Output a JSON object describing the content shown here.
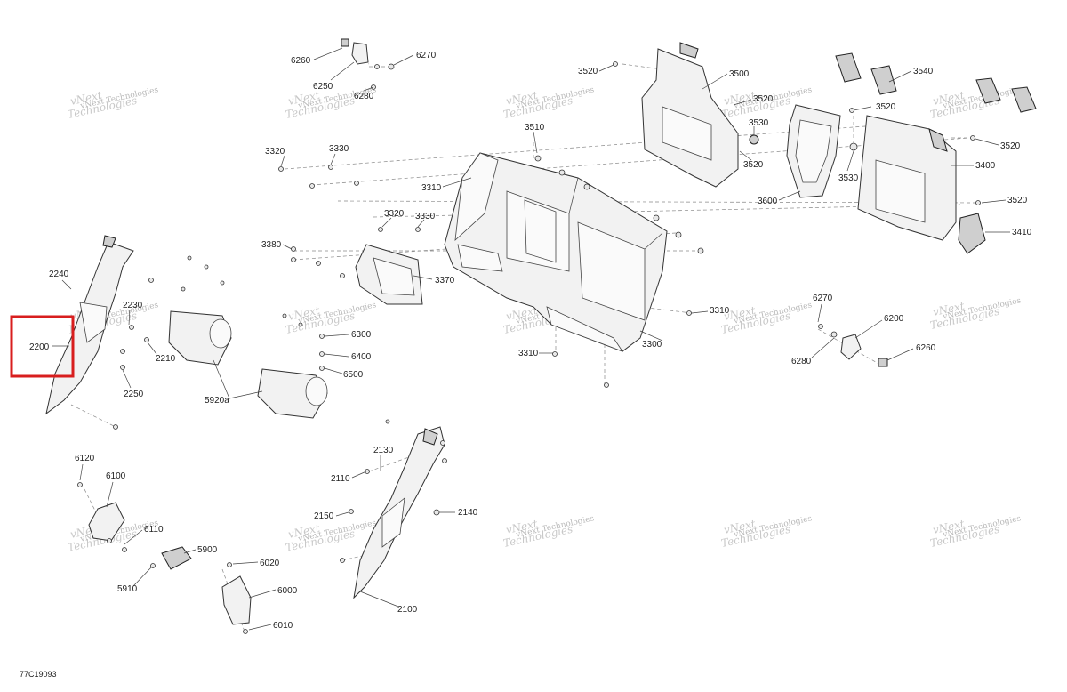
{
  "diagram_code": "77C19093",
  "watermark": {
    "line1": "vNext",
    "line2": "Technologies",
    "small": "vNext Technologies"
  },
  "highlight": {
    "part": "2200",
    "color": "#d81e1e"
  },
  "labels": {
    "l6260a": "6260",
    "l6270a": "6270",
    "l6250": "6250",
    "l6280a": "6280",
    "l3520a": "3520",
    "l3500": "3500",
    "l3540": "3540",
    "l3520b": "3520",
    "l3530a": "3530",
    "l3520c": "3520",
    "l3520d": "3520",
    "l3400": "3400",
    "l3530b": "3530",
    "l3520e": "3520",
    "l3600": "3600",
    "l3410": "3410",
    "l3320a": "3320",
    "l3330a": "3330",
    "l3510": "3510",
    "l3310a": "3310",
    "l3320b": "3320",
    "l3330b": "3330",
    "l3380": "3380",
    "l3370": "3370",
    "l3310b": "3310",
    "l3300": "3300",
    "l3310c": "3310",
    "l6270b": "6270",
    "l6200": "6200",
    "l6280b": "6280",
    "l6260b": "6260",
    "l2240": "2240",
    "l2230": "2230",
    "l2200": "2200",
    "l2210": "2210",
    "l2250": "2250",
    "l5920a": "5920a",
    "l6300": "6300",
    "l6400": "6400",
    "l6500": "6500",
    "l2130": "2130",
    "l2110": "2110",
    "l2140": "2140",
    "l2150": "2150",
    "l2100": "2100",
    "l6120": "6120",
    "l6100": "6100",
    "l6110": "6110",
    "l5900": "5900",
    "l5910": "5910",
    "l6020": "6020",
    "l6000": "6000",
    "l6010": "6010"
  }
}
